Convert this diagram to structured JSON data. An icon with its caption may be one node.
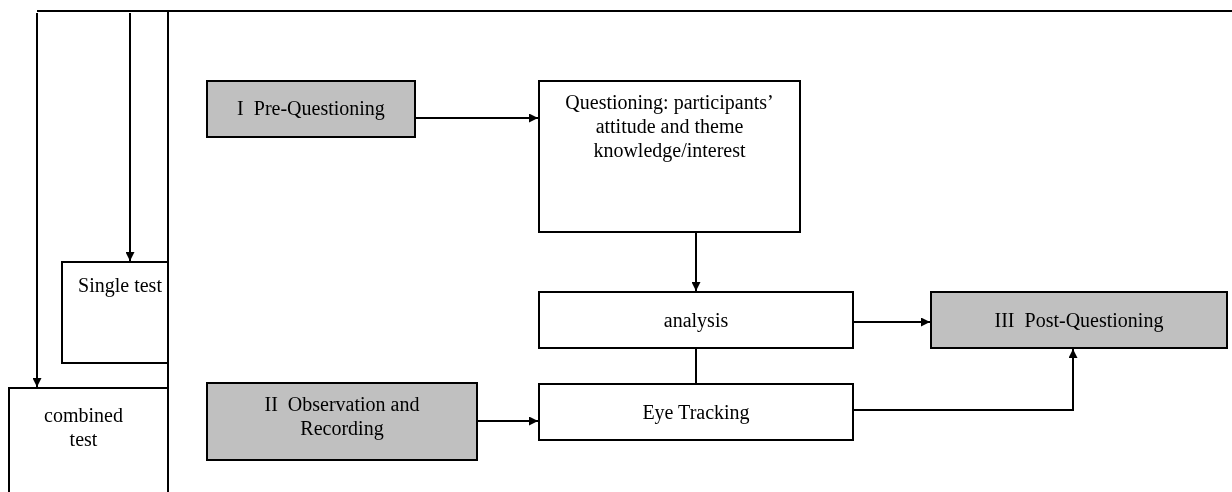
{
  "diagram": {
    "nodes": [
      {
        "text": [
          "Single test"
        ]
      },
      {
        "text": [
          "combined test"
        ]
      },
      {
        "text": [
          "I  Pre-Questioning"
        ]
      },
      {
        "text": [
          "Questioning: participants’ attitude and theme knowledge/interest"
        ]
      },
      {
        "text": [
          "analysis"
        ]
      },
      {
        "text": [
          "III  Post-Questioning"
        ]
      },
      {
        "text": [
          "II  Observation and Recording"
        ]
      },
      {
        "text": [
          "Eye Tracking"
        ]
      }
    ],
    "edges": [
      {
        "from": null,
        "to": 0,
        "arrow": "to"
      },
      {
        "from": null,
        "to": 1,
        "arrow": "to"
      },
      {
        "from": 2,
        "to": 3,
        "arrow": "to"
      },
      {
        "from": 3,
        "to": 4,
        "arrow": "to"
      },
      {
        "from": 4,
        "to": 5,
        "arrow": "to"
      },
      {
        "from": 6,
        "to": 7,
        "arrow": "to"
      },
      {
        "from": 4,
        "to": 7,
        "arrow": "none"
      },
      {
        "from": 7,
        "to": 5,
        "arrow": "to"
      }
    ]
  }
}
